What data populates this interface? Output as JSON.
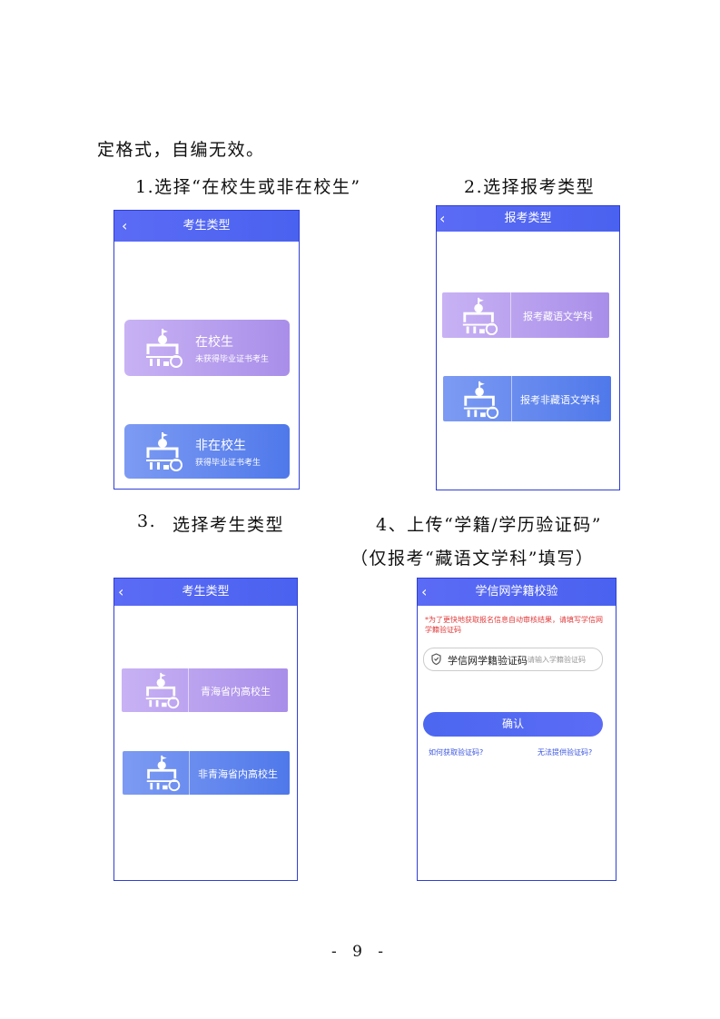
{
  "text": {
    "line1": "定格式，自编无效。",
    "step1": "1.选择“在校生或非在校生”",
    "step2": "2.选择报考类型",
    "step3_num": "3.",
    "step3_text": "选择考生类型",
    "step4": "4、上传“学籍/学历验证码”",
    "step4_note": "（仅报考“藏语文学科”填写）",
    "page_number": "- 9 -"
  },
  "screen1": {
    "back": "‹",
    "title": "考生类型",
    "cards": [
      {
        "title": "在校生",
        "subtitle": "未获得毕业证书考生"
      },
      {
        "title": "非在校生",
        "subtitle": "获得毕业证书考生"
      }
    ]
  },
  "screen2": {
    "back": "‹",
    "title": "报考类型",
    "cards": [
      {
        "label": "报考藏语文学科"
      },
      {
        "label": "报考非藏语文学科"
      }
    ]
  },
  "screen3": {
    "back": "‹",
    "title": "考生类型",
    "cards": [
      {
        "label": "青海省内高校生"
      },
      {
        "label": "非青海省内高校生"
      }
    ]
  },
  "screen4": {
    "back": "‹",
    "title": "学信网学籍校验",
    "note": "*为了更快地获取报名信息自动审核结果，请填写学信网学籍验证码",
    "field_label": "学信网学籍验证码",
    "field_placeholder": "请输入学籍验证码",
    "confirm": "确认",
    "link_left": "如何获取验证码?",
    "link_right": "无法提供验证码?"
  },
  "colors": {
    "header": "#4f66f2",
    "border": "#2f3fd4",
    "purple_card": "#b9a0ef",
    "blue_card": "#5f85ee",
    "note_red": "#e23b3b"
  },
  "icons": [
    "chevron-left-icon",
    "school-building-icon",
    "shield-icon"
  ]
}
